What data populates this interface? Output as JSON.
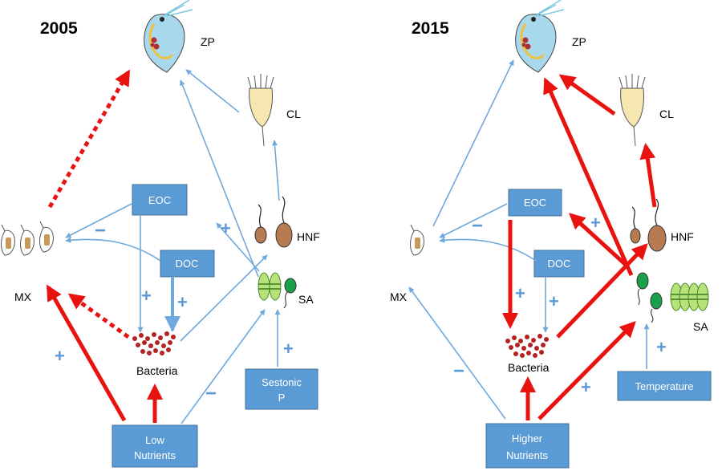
{
  "panels": [
    {
      "year": "2005",
      "labels": {
        "zp": "ZP",
        "cl": "CL",
        "mx": "MX",
        "hnf": "HNF",
        "sa": "SA",
        "bacteria": "Bacteria"
      },
      "boxes": {
        "eoc": "EOC",
        "doc": "DOC",
        "driver1": "Sestonic",
        "driver2": "P",
        "nut1": "Low",
        "nut2": "Nutrients"
      }
    },
    {
      "year": "2015",
      "labels": {
        "zp": "ZP",
        "cl": "CL",
        "mx": "MX",
        "hnf": "HNF",
        "sa": "SA",
        "bacteria": "Bacteria"
      },
      "boxes": {
        "eoc": "EOC",
        "doc": "DOC",
        "driver1": "Temperature",
        "nut1": "Higher",
        "nut2": "Nutrients"
      }
    }
  ],
  "signs": {
    "plus": "+",
    "minus": "−"
  },
  "colors": {
    "positive_arrow": "#e8120f",
    "link_arrow": "#6fa8dc",
    "box_fill": "#5b9bd5"
  }
}
